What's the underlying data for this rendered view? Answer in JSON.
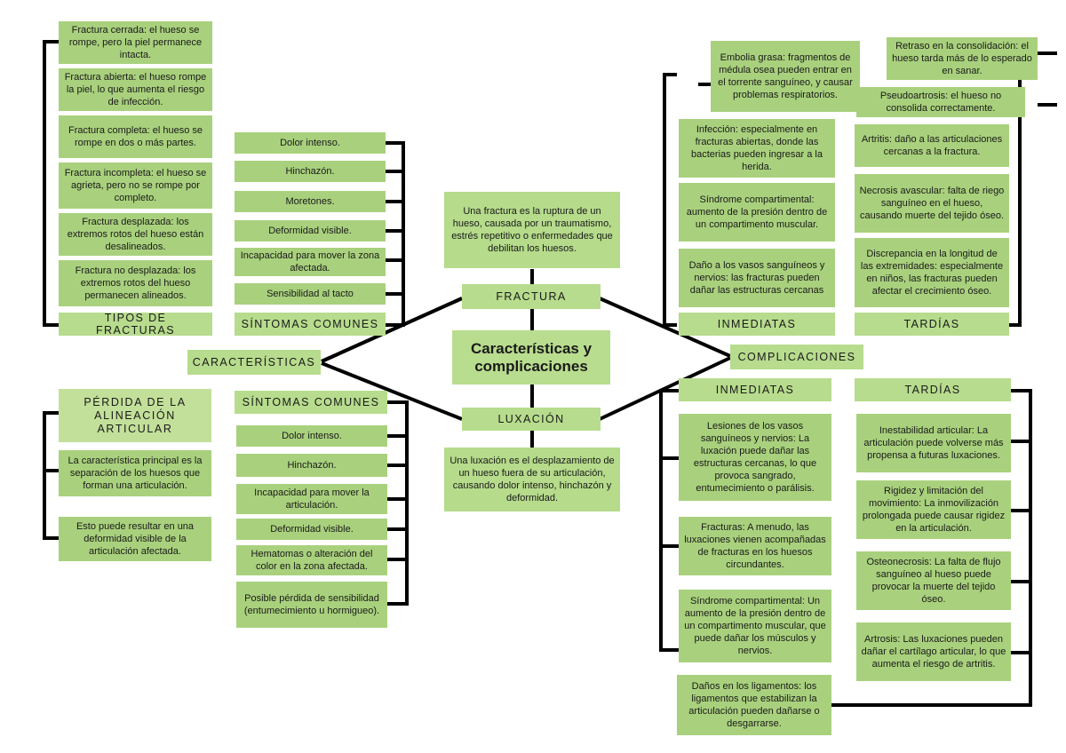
{
  "center": {
    "title": "Características y complicaciones"
  },
  "fractura": {
    "label": "FRACTURA",
    "definition": "Una fractura es la ruptura de un hueso, causada por un traumatismo, estrés repetitivo o enfermedades que debilitan los huesos.",
    "tipos_header": "TIPOS DE FRACTURAS",
    "tipos": [
      "Fractura cerrada: el hueso se rompe, pero la piel permanece intacta.",
      "Fractura abierta: el hueso rompe la piel, lo que aumenta el riesgo de infección.",
      "Fractura completa: el hueso se rompe en dos o más partes.",
      "Fractura incompleta: el hueso se agrieta, pero no se rompe por completo.",
      "Fractura desplazada: los extremos rotos del hueso están desalineados.",
      "Fractura no desplazada: los extremos rotos del hueso permanecen alineados."
    ],
    "sintomas_header": "SÍNTOMAS COMUNES",
    "sintomas": [
      "Dolor intenso.",
      "Hinchazón.",
      "Moretones.",
      "Deformidad visible.",
      "Incapacidad para mover la zona afectada.",
      "Sensibilidad al tacto"
    ],
    "inmediatas_header": "INMEDIATAS",
    "inmediatas": [
      "Embolia grasa: fragmentos de médula osea pueden entrar en el torrente sanguíneo, y causar problemas respiratorios.",
      "Infección: especialmente en fracturas abiertas, donde las bacterias pueden ingresar a la herida.",
      "Síndrome compartimental: aumento de la presión dentro de un compartimento muscular.",
      "Daño a los vasos sanguíneos y nervios: las fracturas pueden dañar las estructuras cercanas"
    ],
    "tardias_header": "TARDÍAS",
    "tardias": [
      "Retraso en la consolidación: el hueso tarda más de lo esperado en sanar.",
      "Pseudoartrosis: el hueso no consolida correctamente.",
      "Artritis: daño a las articulaciones cercanas a la fractura.",
      "Necrosis avascular: falta de riego sanguíneo en el hueso, causando muerte del tejido óseo.",
      "Discrepancia en la longitud de las extremidades: especialmente en niños, las fracturas pueden afectar el crecimiento óseo."
    ]
  },
  "caracteristicas": {
    "label": "CARACTERÍSTICAS"
  },
  "complicaciones": {
    "label": "COMPLICACIONES"
  },
  "luxacion": {
    "label": "LUXACIÓN",
    "definition": "Una luxación es el desplazamiento de un hueso fuera de su articulación, causando dolor intenso, hinchazón y deformidad.",
    "perdida_header": "PÉRDIDA DE LA ALINEACIÓN ARTICULAR",
    "perdida": [
      "La característica principal es la separación de los huesos que forman una articulación.",
      "Esto puede resultar en una deformidad visible de la articulación afectada."
    ],
    "sintomas_header": "SÍNTOMAS COMUNES",
    "sintomas": [
      "Dolor intenso.",
      "Hinchazón.",
      "Incapacidad para mover la articulación.",
      "Deformidad visible.",
      "Hematomas o alteración del color en la zona afectada.",
      "Posible pérdida de sensibilidad (entumecimiento u hormigueo)."
    ],
    "inmediatas_header": "INMEDIATAS",
    "inmediatas": [
      "Lesiones de los vasos sanguíneos y nervios: La luxación puede dañar las estructuras cercanas, lo que provoca sangrado, entumecimiento o parálisis.",
      "Fracturas: A menudo, las luxaciones vienen acompañadas de fracturas en los huesos circundantes.",
      "Síndrome compartimental: Un aumento de la presión dentro de un compartimento muscular, que puede dañar los músculos y nervios.",
      "Daños en los ligamentos: los ligamentos que estabilizan la articulación pueden dañarse o desgarrarse."
    ],
    "tardias_header": "TARDÍAS",
    "tardias": [
      "Inestabilidad articular: La articulación puede volverse más propensa a futuras luxaciones.",
      "Rigidez y limitación del movimiento: La inmovilización prolongada puede causar rigidez en la articulación.",
      "Osteonecrosis: La falta de flujo sanguíneo al hueso puede provocar la muerte del tejido óseo.",
      "Artrosis: Las luxaciones pueden dañar el cartílago articular, lo que aumenta el riesgo de artritis."
    ]
  }
}
